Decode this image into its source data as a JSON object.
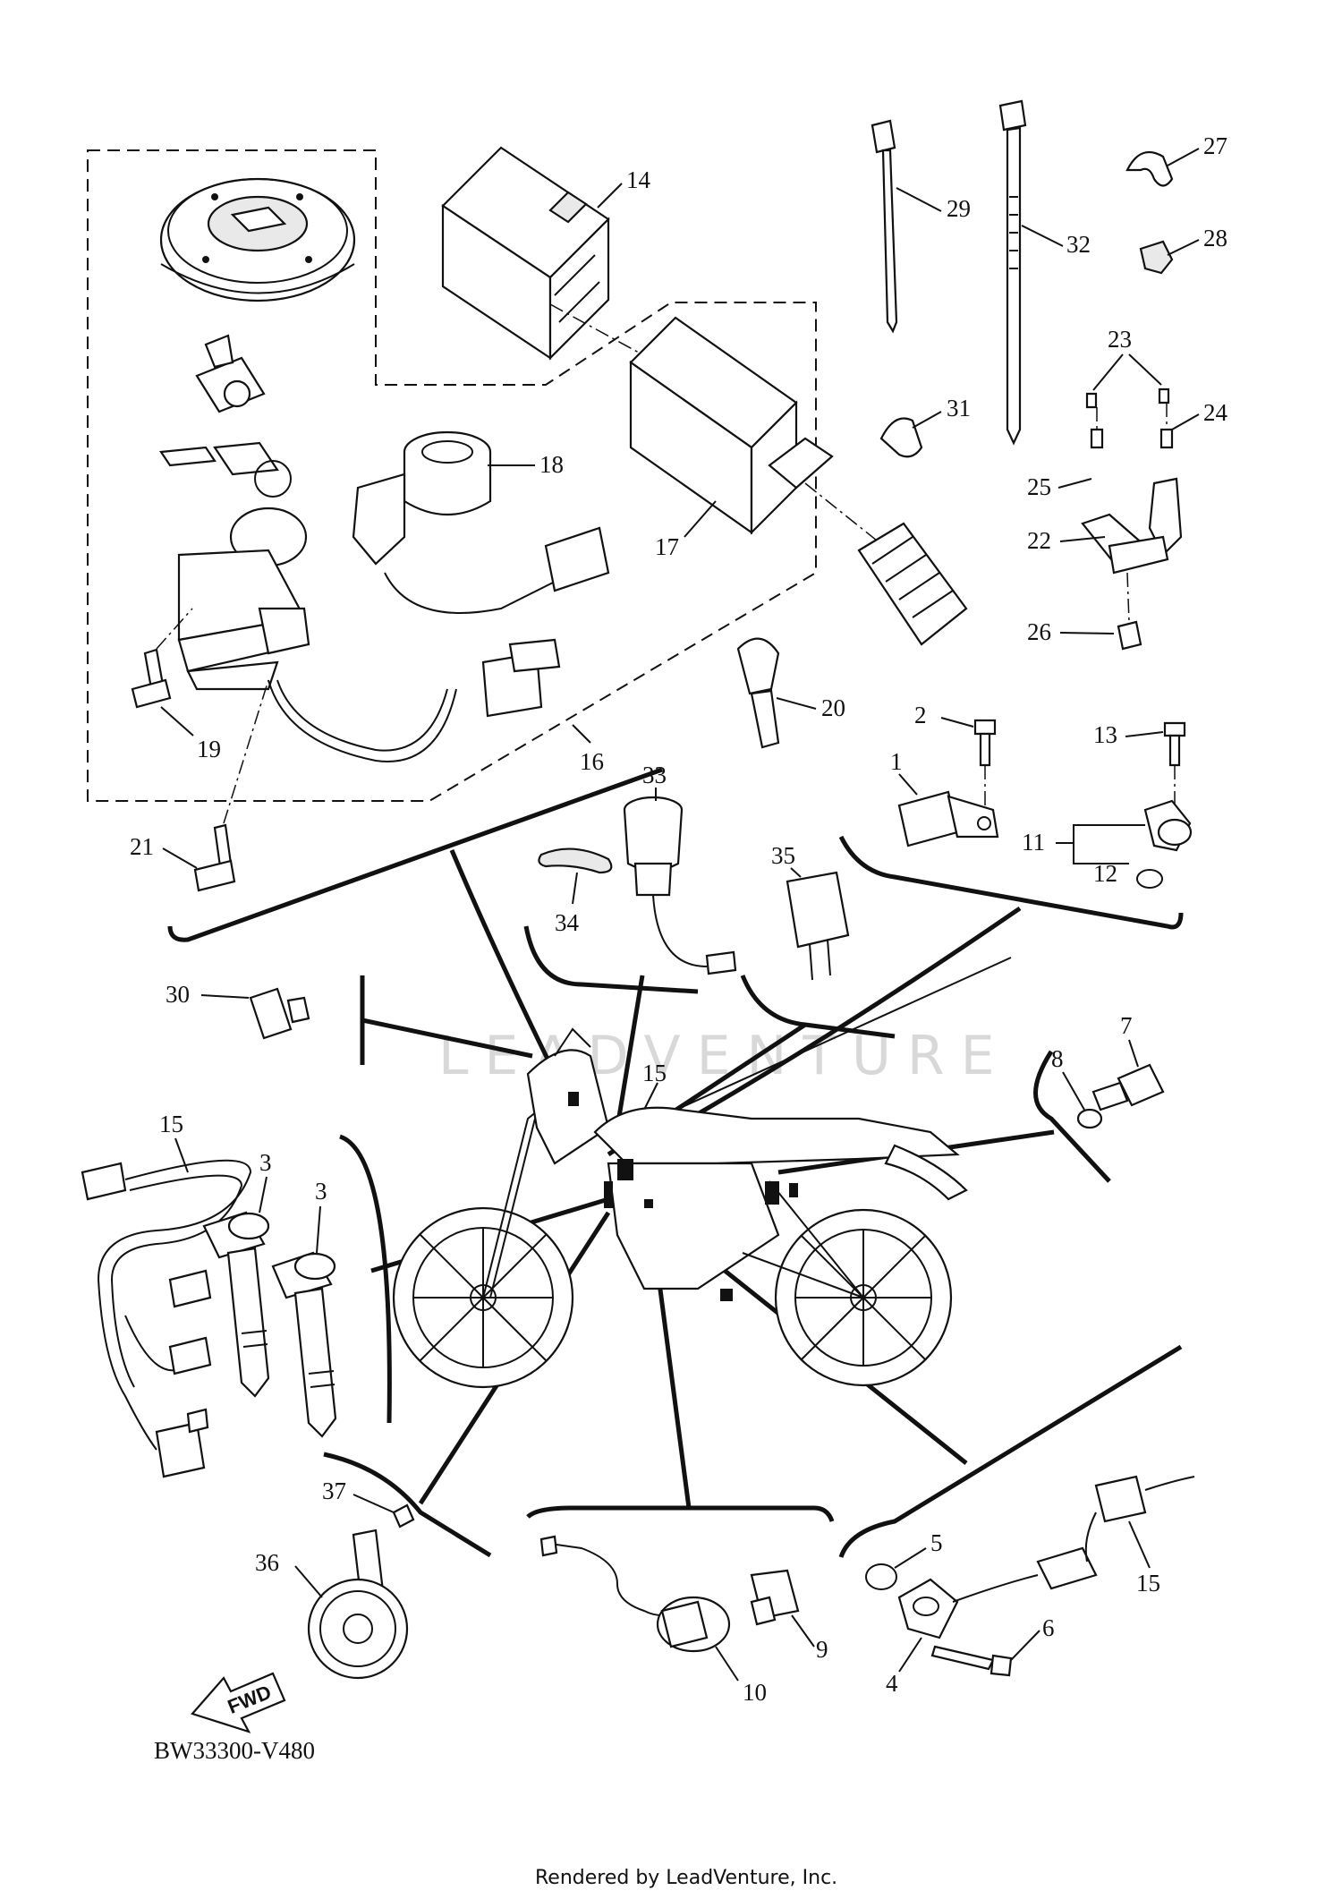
{
  "diagram_code": "BW33300-V480",
  "footer": "Rendered by LeadVenture, Inc.",
  "watermark": "LEADVENTURE",
  "fwd_label": "FWD",
  "parts": {
    "p1": "1",
    "p2": "2",
    "p3a": "3",
    "p3b": "3",
    "p4": "4",
    "p5": "5",
    "p6": "6",
    "p7": "7",
    "p8": "8",
    "p9": "9",
    "p10": "10",
    "p11": "11",
    "p12": "12",
    "p13": "13",
    "p14": "14",
    "p15a": "15",
    "p15b": "15",
    "p15c": "15",
    "p16": "16",
    "p17": "17",
    "p18": "18",
    "p19": "19",
    "p20": "20",
    "p21": "21",
    "p22": "22",
    "p23": "23",
    "p24": "24",
    "p25": "25",
    "p26": "26",
    "p27": "27",
    "p28": "28",
    "p29": "29",
    "p30": "30",
    "p31": "31",
    "p32": "32",
    "p33": "33",
    "p34": "34",
    "p35": "35",
    "p36": "36",
    "p37": "37"
  }
}
